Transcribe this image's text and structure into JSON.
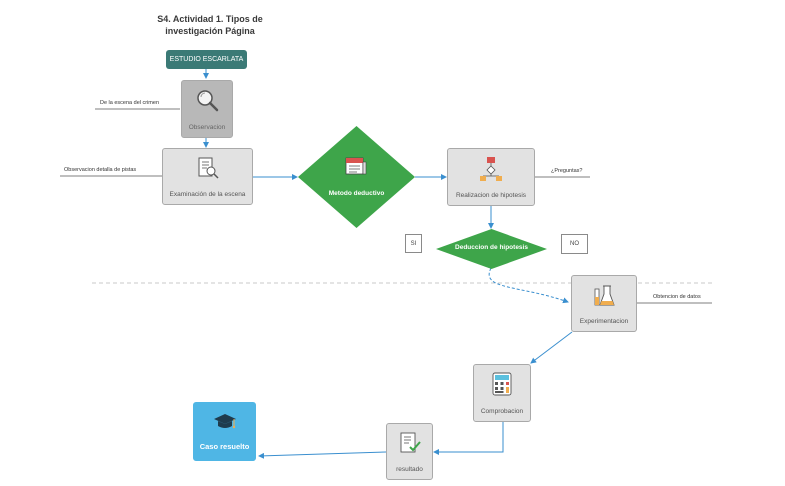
{
  "title": "S4. Actividad 1. Tipos de investigación Página",
  "header_pill": "ESTUDIO ESCARLATA",
  "nodes": {
    "observacion": "Observacion",
    "examinacion": "Examinación de la escena",
    "metodo": "Metodo deductivo",
    "realizacion": "Realizacion de hipotesis",
    "deduccion": "Deduccion de hipotesis",
    "experimentacion": "Experimentacion",
    "comprobacion": "Comprobacion",
    "resultado": "resultado",
    "caso": "Caso resuelto"
  },
  "line_labels": {
    "escena_crimen": "De la escena del crimen",
    "observacion_pistas": "Observacion detalla de pistas",
    "preguntas": "¿Preguntas?",
    "obtencion": "Obtencion de datos"
  },
  "branches": {
    "si": "SI",
    "no": "NO"
  },
  "icons": {
    "observacion": "magnifier-icon",
    "examinacion": "document-search-icon",
    "metodo": "news-icon",
    "realizacion": "flowchart-icon",
    "experimentacion": "flask-icon",
    "comprobacion": "calculator-icon",
    "resultado": "checklist-icon",
    "caso": "graduation-cap-icon"
  },
  "colors": {
    "pill": "#3b7a76",
    "diamond": "#3ea54a",
    "connector": "#3a8fcf",
    "final": "#4fb6e5",
    "card": "#e2e2e2"
  }
}
